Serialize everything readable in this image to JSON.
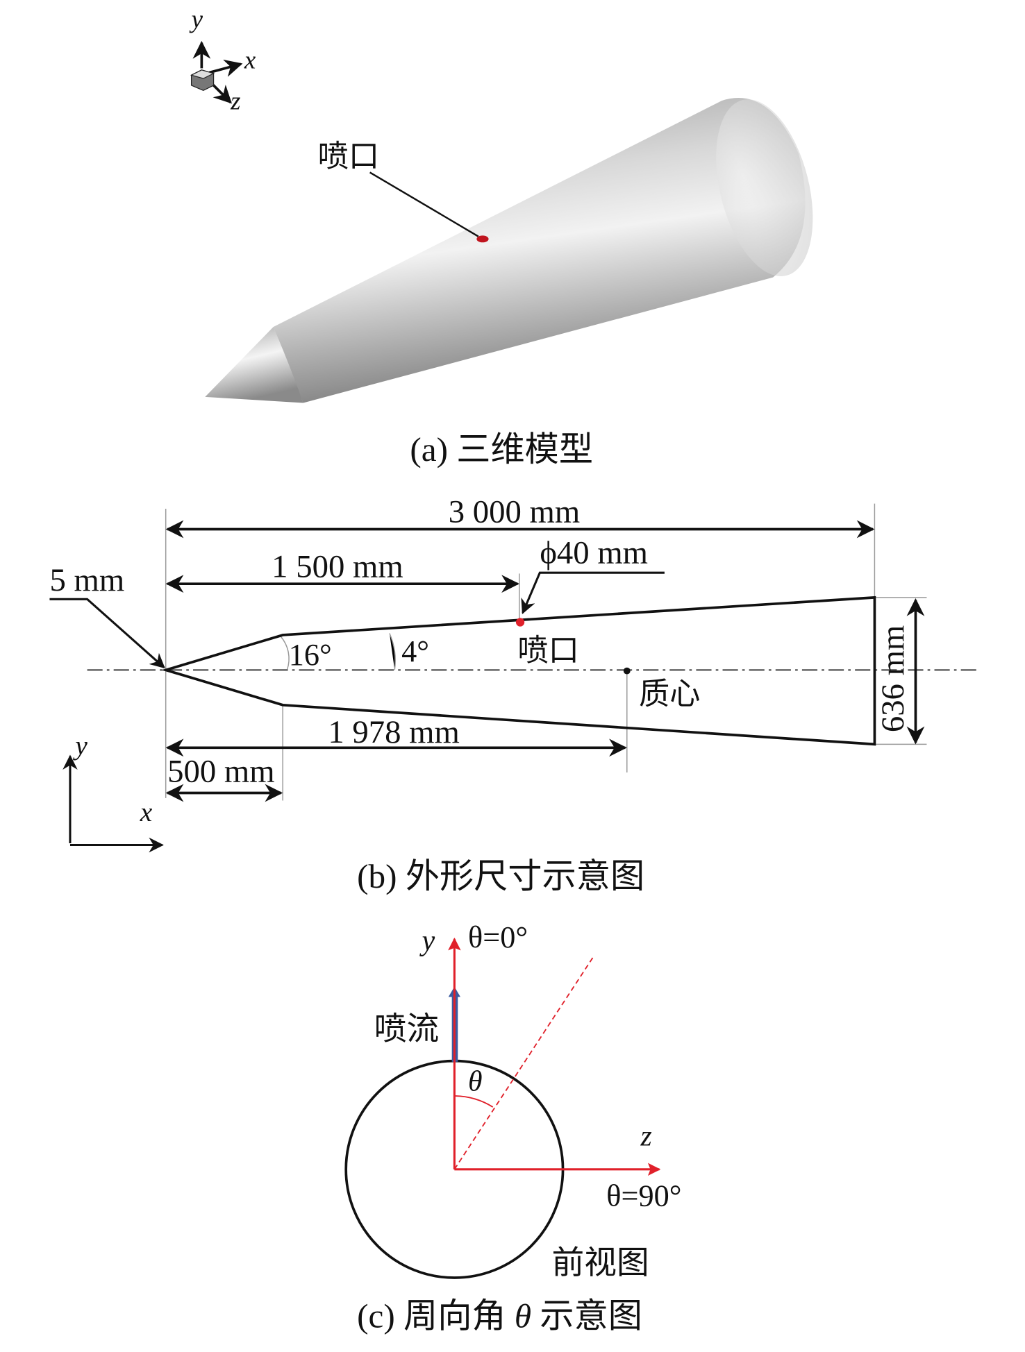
{
  "panel_a": {
    "caption": "(a) 三维模型",
    "axes": {
      "y": "y",
      "x": "x",
      "z": "z"
    },
    "nozzle_label": "喷口"
  },
  "panel_b": {
    "caption": "(b) 外形尺寸示意图",
    "dim_total_length": "3 000 mm",
    "dim_nozzle_position": "1 500 mm",
    "dim_nozzle_diameter": "ϕ40 mm",
    "dim_tip_radius": "5 mm",
    "dim_nose_length": "500 mm",
    "dim_center_of_mass": "1 978 mm",
    "dim_base_diameter": "636 mm",
    "angle_nose": "16°",
    "angle_body": "4°",
    "nozzle_label": "喷口",
    "center_of_mass_label": "质心",
    "axis_y": "y",
    "axis_x": "x"
  },
  "panel_c": {
    "caption_prefix": "(c) 周向角",
    "caption_theta": "θ",
    "caption_suffix": "示意图",
    "axis_y": "y",
    "axis_z": "z",
    "theta0": "θ=0°",
    "theta90": "θ=90°",
    "theta": "θ",
    "jet_label": "喷流",
    "view_label": "前视图"
  },
  "colors": {
    "red": "#e0202a",
    "blue": "#3a5aa0",
    "line": "#111111"
  }
}
